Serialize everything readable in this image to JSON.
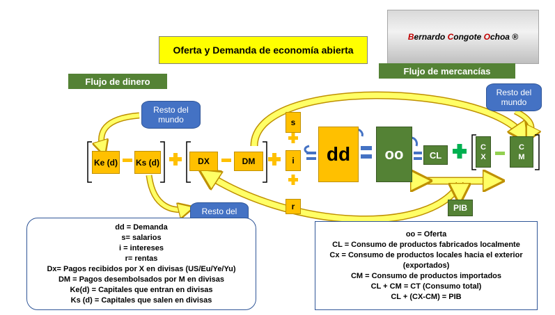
{
  "title": "Oferta y Demanda de economía abierta",
  "author": {
    "b": "B",
    "ernardo": "ernardo ",
    "c": "C",
    "ongote": "ongote ",
    "o": "O",
    "choa": "choa ®"
  },
  "labels": {
    "flujo_dinero": "Flujo de dinero",
    "flujo_mercancias": "Flujo de mercancías"
  },
  "resto_del_mundo": "Resto del mundo",
  "boxes": {
    "ke": "Ke (d)",
    "ks": "Ks (d)",
    "dx": "DX",
    "dm": "DM",
    "s": "s",
    "i": "i",
    "r": "r",
    "dd": "dd",
    "oo": "oo",
    "cl": "CL",
    "cx": "C X",
    "cm": "C M",
    "pib": "PIB"
  },
  "legend_left": [
    "dd = Demanda",
    "s= salarios",
    "i = intereses",
    "r= rentas",
    "Dx= Pagos recibidos por X en divisas (US/Eu/Ye/Yu)",
    "DM = Pagos desembolsados por M en divisas",
    "Ke(d) = Capitales que entran en divisas",
    "Ks (d) = Capitales que salen en divisas"
  ],
  "legend_right": [
    "oo = Oferta",
    "CL = Consumo de productos fabricados localmente",
    "Cx = Consumo de productos locales hacia el exterior (exportados)",
    "CM = Consumo de productos importados",
    "CL + CM = CT (Consumo total)",
    "CL + (CX-CM) = PIB"
  ],
  "colors": {
    "yellow": "#ffff00",
    "orange": "#ffc000",
    "green": "#548235",
    "blue": "#4472c4",
    "bright_green": "#00b050",
    "arrow": "#ffff66"
  }
}
